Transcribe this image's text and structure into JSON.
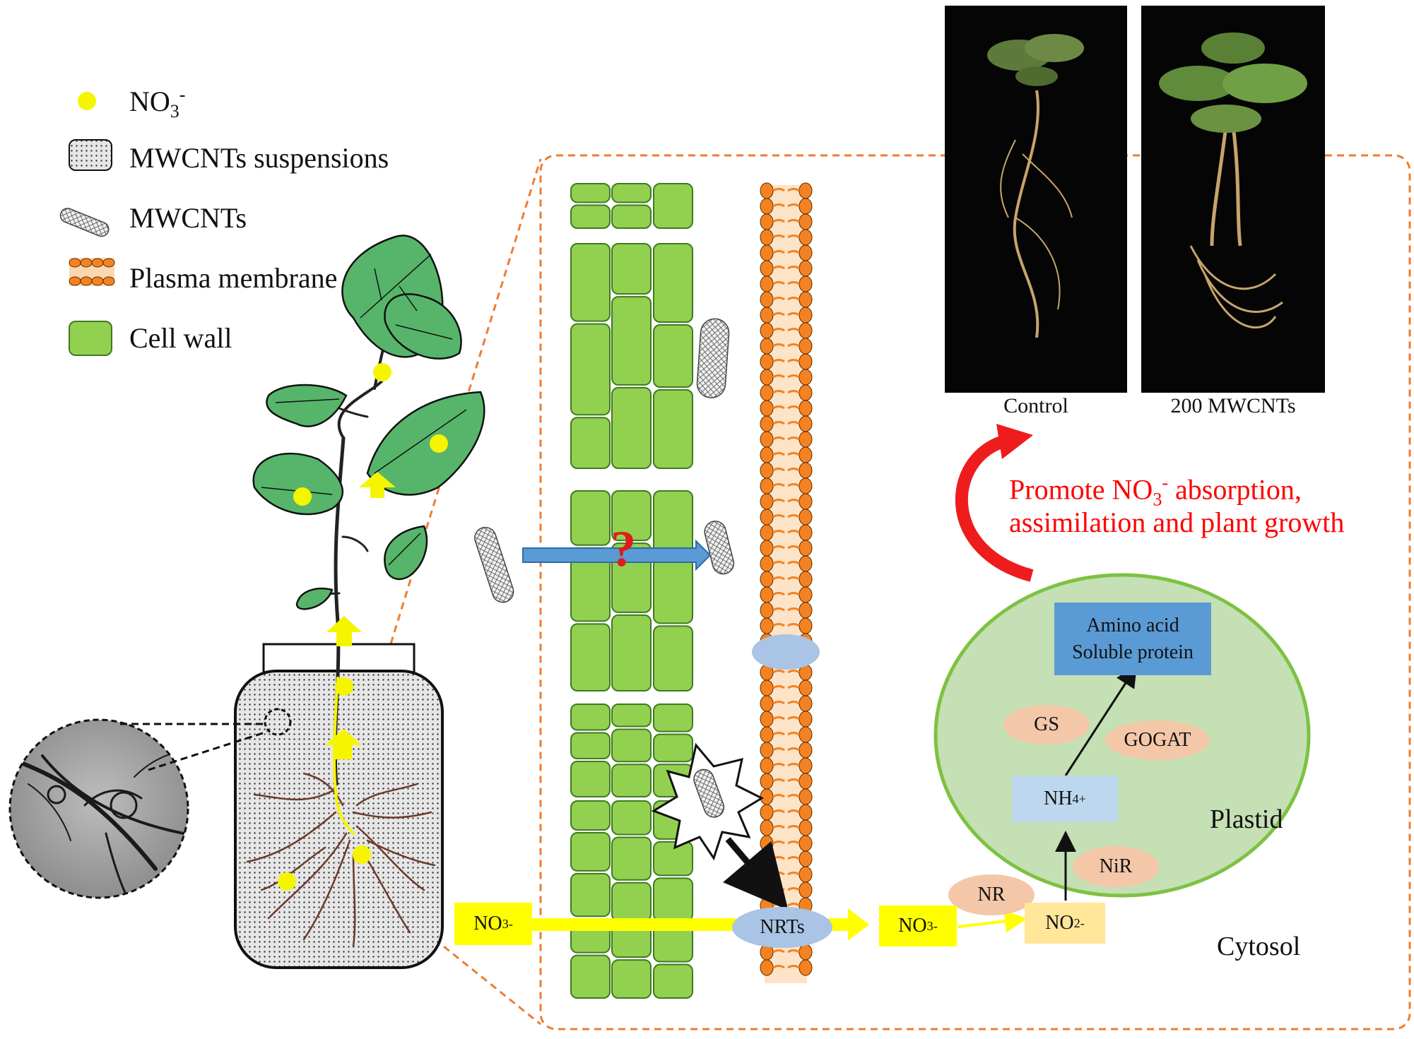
{
  "legend": {
    "nitrate": "NO3-",
    "suspension": "MWCNTs suspensions",
    "mwcnts": "MWCNTs",
    "membrane": "Plasma membrane",
    "cellwall": "Cell wall"
  },
  "photos": {
    "control": "Control",
    "treated": "200 MWCNTs"
  },
  "effect": {
    "line1_pre": "Promote NO",
    "line1_sub": "3",
    "line1_sup": "-",
    "line1_post": " absorption,",
    "line2": "assimilation and plant growth"
  },
  "unknown_mark": "?",
  "pathway": {
    "product_line1": "Amino acid",
    "product_line2": "Soluble protein",
    "gs": "GS",
    "gogat": "GOGAT",
    "ammonium": "NH4+",
    "nir": "NiR",
    "nr": "NR",
    "nitrite": "NO2-",
    "nrts": "NRTs",
    "nitrate_outside": "NO3-",
    "nitrate_inside": "NO3-",
    "plastid": "Plastid",
    "cytosol": "Cytosol"
  },
  "colors": {
    "nitrate_dot": "#f5f500",
    "cell_wall": "#92d050",
    "cell_wall_border": "#3f7a1f",
    "membrane": "#f58220",
    "plastid_fill": "#c5e0b4",
    "plastid_border": "#7dc242",
    "product_box": "#5b9bd5",
    "enzyme": "#f4c7a8",
    "nh4_box": "#bdd7ee",
    "no2_box": "#ffe699",
    "transporter": "#a9c4e4",
    "highlight_red": "#ff0000",
    "dashed_frame": "#ed7d31"
  }
}
